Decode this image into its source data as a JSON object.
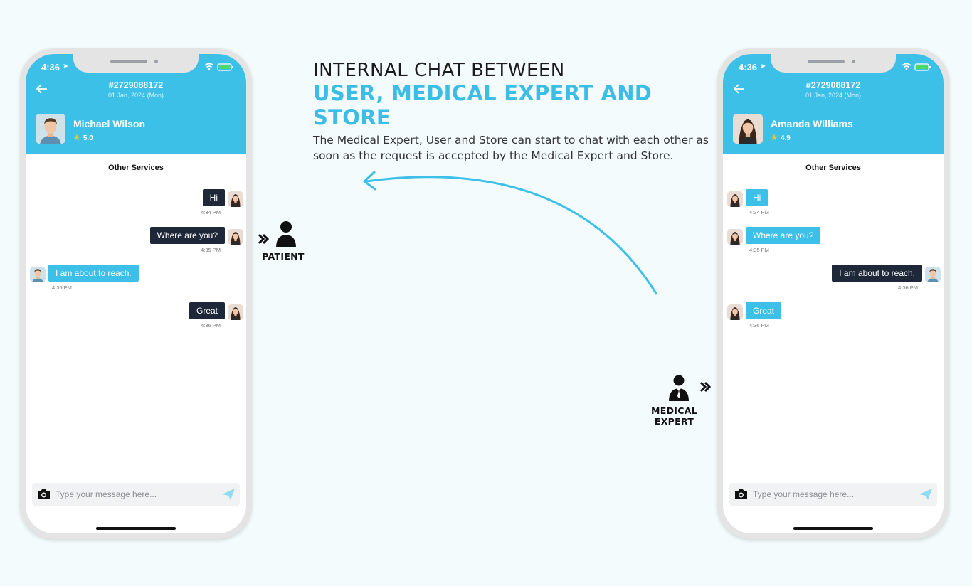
{
  "headline": {
    "line1": "INTERNAL CHAT BETWEEN",
    "line2": "USER, MEDICAL EXPERT AND STORE",
    "description": "The Medical Expert, User and Store can start to chat with each other as soon as the request is accepted by the Medical Expert and Store."
  },
  "roles": {
    "patient_label": "PATIENT",
    "expert_label": "MEDICAL EXPERT"
  },
  "colors": {
    "accent": "#3cc0e8",
    "dark_bubble": "#1e2838"
  },
  "phones": [
    {
      "time": "4:36",
      "request_id": "#2729088172",
      "date": "01 Jan, 2024 (Mon)",
      "user_name": "Michael Wilson",
      "rating": "5.0",
      "section_title": "Other Services",
      "placeholder": "Type your message here...",
      "messages": [
        {
          "text": "Hi",
          "time": "4:34 PM"
        },
        {
          "text": "Where are you?",
          "time": "4:35 PM"
        },
        {
          "text": "I am about to reach.",
          "time": "4:36 PM"
        },
        {
          "text": "Great",
          "time": "4:36 PM"
        }
      ]
    },
    {
      "time": "4:36",
      "request_id": "#2729088172",
      "date": "01 Jan, 2024 (Mon)",
      "user_name": "Amanda Williams",
      "rating": "4.9",
      "section_title": "Other Services",
      "placeholder": "Type your message here...",
      "messages": [
        {
          "text": "Hi",
          "time": "4:34 PM"
        },
        {
          "text": "Where are you?",
          "time": "4:35 PM"
        },
        {
          "text": "I am about to reach.",
          "time": "4:36 PM"
        },
        {
          "text": "Great",
          "time": "4:36 PM"
        }
      ]
    }
  ]
}
